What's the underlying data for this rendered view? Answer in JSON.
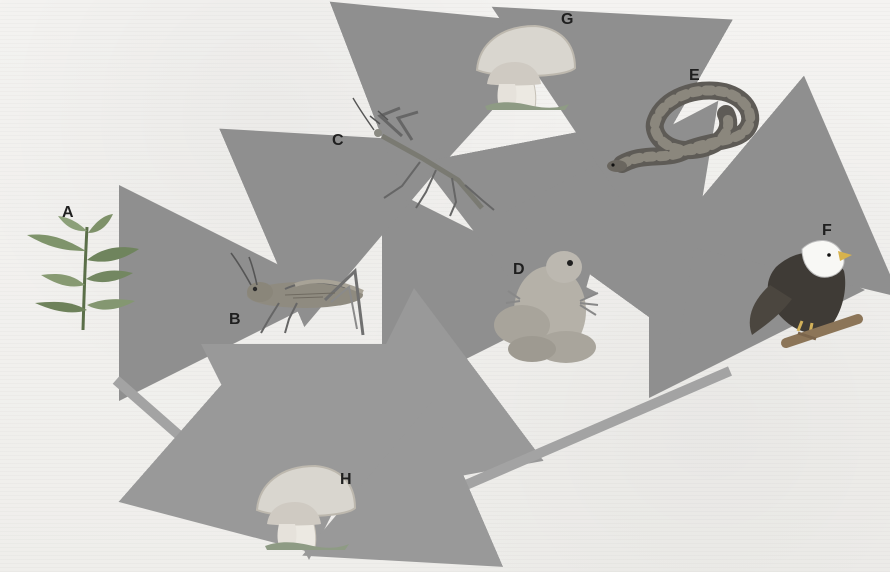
{
  "labels": {
    "A": "A",
    "B": "B",
    "C": "C",
    "D": "D",
    "E": "E",
    "F": "F",
    "G": "G",
    "H": "H"
  },
  "colors": {
    "arrow": "#9a9a9a",
    "background": "#f2f1ef",
    "label": "#1f1f1f"
  },
  "icons": {
    "A": "plant-icon",
    "B": "grasshopper-icon",
    "C": "mantis-icon",
    "D": "frog-icon",
    "E": "snake-icon",
    "F": "eagle-icon",
    "G": "mushroom-icon",
    "H": "mushroom-icon"
  }
}
